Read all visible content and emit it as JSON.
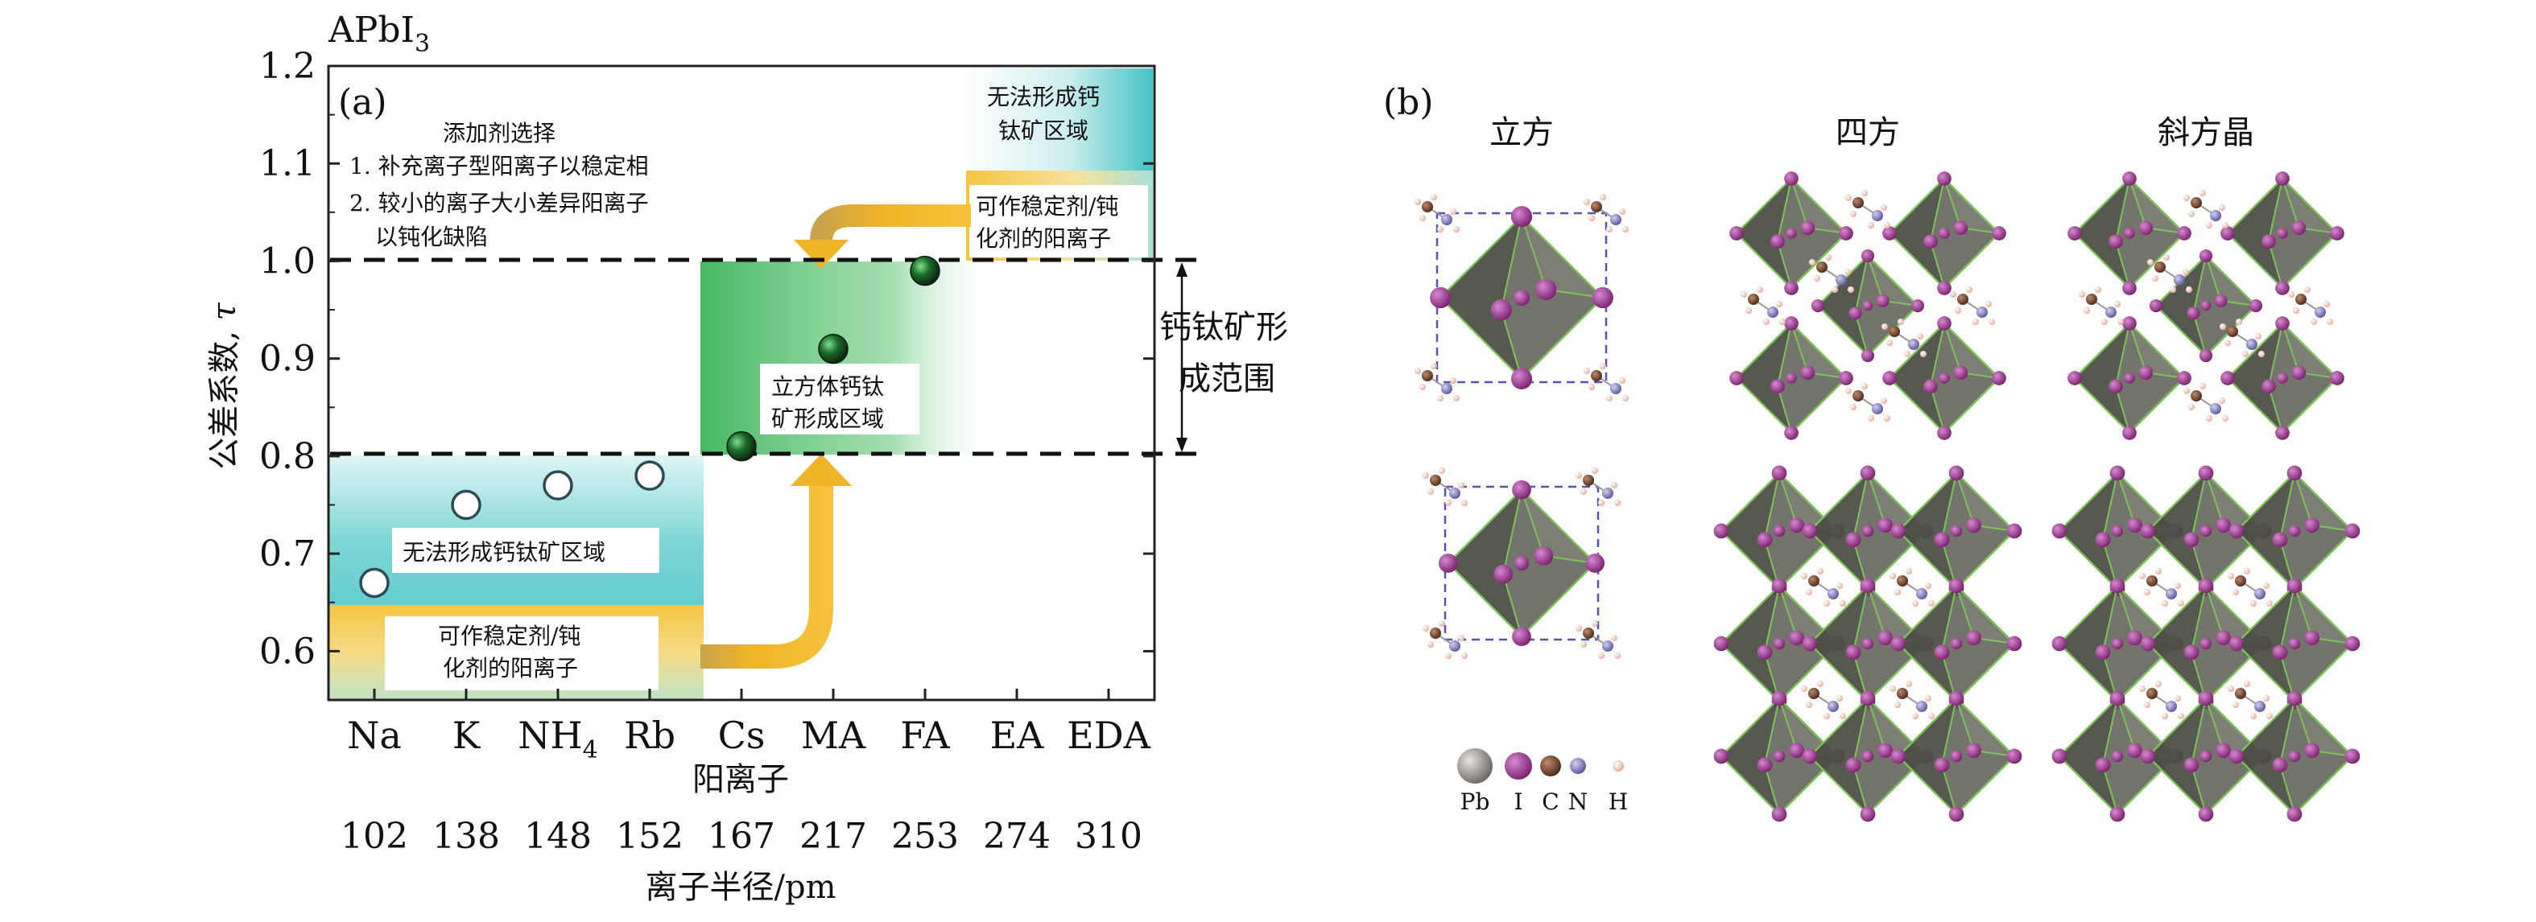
{
  "panel_a": {
    "label": "(a)",
    "formula": {
      "base": "APbI",
      "sub": "3"
    },
    "ylabel_main": "公差系数, ",
    "ylabel_italic": "τ",
    "xlabel": "阳离子",
    "radius_label": "离子半径/pm",
    "tick_y": [
      "0.6",
      "0.7",
      "0.8",
      "0.9",
      "1.0",
      "1.1",
      "1.2"
    ],
    "cations": [
      {
        "name": "Na",
        "sub": "",
        "radius": "102"
      },
      {
        "name": "K",
        "sub": "",
        "radius": "138"
      },
      {
        "name": "NH",
        "sub": "4",
        "radius": "148"
      },
      {
        "name": "Rb",
        "sub": "",
        "radius": "152"
      },
      {
        "name": "Cs",
        "sub": "",
        "radius": "167"
      },
      {
        "name": "MA",
        "sub": "",
        "radius": "217"
      },
      {
        "name": "FA",
        "sub": "",
        "radius": "253"
      },
      {
        "name": "EA",
        "sub": "",
        "radius": "274"
      },
      {
        "name": "EDA",
        "sub": "",
        "radius": "310"
      }
    ],
    "additive": {
      "title": "添加剂选择",
      "line1": "1. 补充离子型阳离子以稳定相",
      "line2": "2. 较小的离子大小差异阳离子",
      "line3": "以钝化缺陷"
    },
    "top_region": {
      "line1": "无法形成钙",
      "line2": "钛矿区域"
    },
    "top_stabilizer": {
      "line1": "可作稳定剂/钝",
      "line2": "化剂的阳离子"
    },
    "cubic_region": {
      "line1": "立方体钙钛",
      "line2": "矿形成区域"
    },
    "bottom_region": "无法形成钙钛矿区域",
    "bottom_stabilizer": {
      "line1": "可作稳定剂/钝",
      "line2": "化剂的阳离子"
    },
    "range_label": {
      "line1": "钙钛矿形",
      "line2": "成范围"
    }
  },
  "chart_data": {
    "type": "scatter",
    "categories": [
      "Na",
      "K",
      "NH4",
      "Rb",
      "Cs",
      "MA",
      "FA",
      "EA",
      "EDA"
    ],
    "ionic_radius_pm": [
      102,
      138,
      148,
      152,
      167,
      217,
      253,
      274,
      310
    ],
    "points": [
      {
        "x": "Na",
        "y": 0.67,
        "style": "open"
      },
      {
        "x": "K",
        "y": 0.75,
        "style": "open"
      },
      {
        "x": "NH4",
        "y": 0.77,
        "style": "open"
      },
      {
        "x": "Rb",
        "y": 0.78,
        "style": "open"
      },
      {
        "x": "Cs",
        "y": 0.81,
        "style": "filled"
      },
      {
        "x": "MA",
        "y": 0.91,
        "style": "filled"
      },
      {
        "x": "FA",
        "y": 0.99,
        "style": "filled"
      }
    ],
    "ylim": [
      0.55,
      1.2
    ],
    "reference_lines": [
      0.8,
      1.0
    ],
    "colors": {
      "cubic": "#3cb55a",
      "unstable": "#3dbfc0",
      "stabilizer": "#f4c542",
      "arrow": "#f0b428"
    }
  },
  "panel_b": {
    "label": "(b)",
    "columns": [
      "立方",
      "四方",
      "斜方晶"
    ],
    "legend": [
      "Pb",
      "I",
      "C",
      "N",
      "H"
    ],
    "colors": {
      "Pb": "#7a7370",
      "I": "#8e2f80",
      "C": "#6b3f2a",
      "N": "#7d76b8",
      "H": "#f0c8c0",
      "octahedron": "#5b5d52",
      "edge": "#7fc25a"
    }
  }
}
